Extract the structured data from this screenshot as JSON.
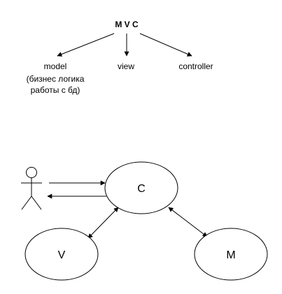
{
  "title": "M V C",
  "branches": {
    "model_line1": "model",
    "model_line2": "(бизнес логика",
    "model_line3": "работы с бд)",
    "view": "view",
    "controller": "controller"
  },
  "nodes": {
    "controller": "C",
    "view": "V",
    "model": "M"
  },
  "colors": {
    "stroke": "#000000",
    "background": "#ffffff"
  }
}
